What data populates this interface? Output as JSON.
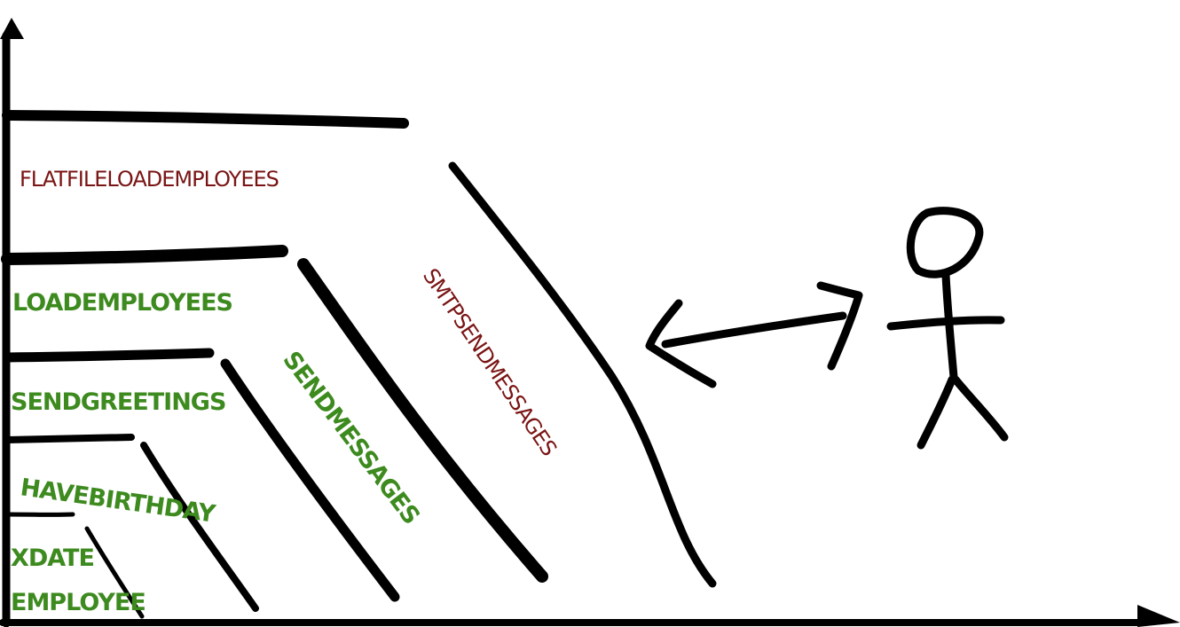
{
  "diagram": {
    "colors": {
      "ink": "#000000",
      "green_label": "#3d8a1f",
      "red_label": "#7a1414",
      "background": "#ffffff"
    },
    "layers": [
      {
        "label": "FLATFILELOADEMPLOYEES",
        "color": "red"
      },
      {
        "label": "LOADEMPLOYEES",
        "color": "green"
      },
      {
        "label": "SENDGREETINGS",
        "color": "green"
      },
      {
        "label": "HAVEBIRTHDAY",
        "color": "green"
      },
      {
        "label": "XDATE",
        "color": "green"
      },
      {
        "label": "EMPLOYEE",
        "color": "green"
      }
    ],
    "diagonal_labels": [
      {
        "label": "SENDMESSAGES",
        "color": "green"
      },
      {
        "label": "SMTPSENDMESSAGES",
        "color": "red"
      }
    ],
    "figure": {
      "icon": "stick-figure-icon",
      "connector": "double-headed-arrow-icon"
    },
    "axes": {
      "y_arrow": "y-axis-arrow-icon",
      "x_arrow": "x-axis-arrow-icon"
    }
  }
}
